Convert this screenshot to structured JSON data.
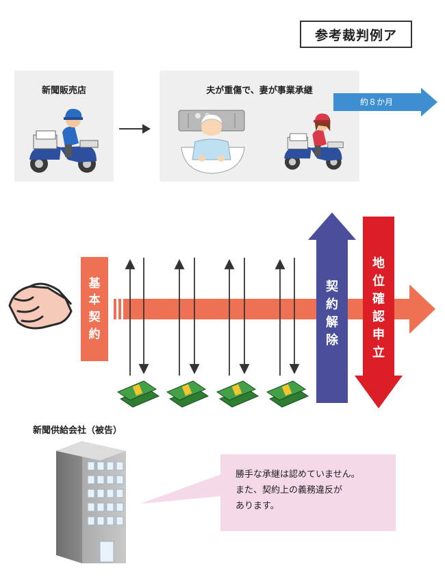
{
  "case_label": "参考裁判例ア",
  "shop": {
    "title": "新聞販売店"
  },
  "succession": {
    "title": "夫が重傷で、妻が事業承継"
  },
  "duration": {
    "label": "約８か月"
  },
  "contract": {
    "label": "基本契約"
  },
  "cancellation": {
    "label": "契約解除"
  },
  "status_claim": {
    "label": "地位確認申立"
  },
  "supplier": {
    "label": "新聞供給会社（被告）"
  },
  "speech": {
    "lines": [
      "勝手な承継は認めていません。",
      "また、契約上の義務違反が",
      "あります。"
    ]
  },
  "colors": {
    "contract": "#ee7153",
    "cancel": "#4a4e9b",
    "confirm": "#dc1f26",
    "speech": "#f5d9e8",
    "duration": "#3d8fd2"
  },
  "icons": [
    "newspaper-scooter-man",
    "hospital-bed-patient",
    "newspaper-scooter-woman",
    "handshake-icon",
    "money-bundle-icon",
    "office-building-icon"
  ]
}
